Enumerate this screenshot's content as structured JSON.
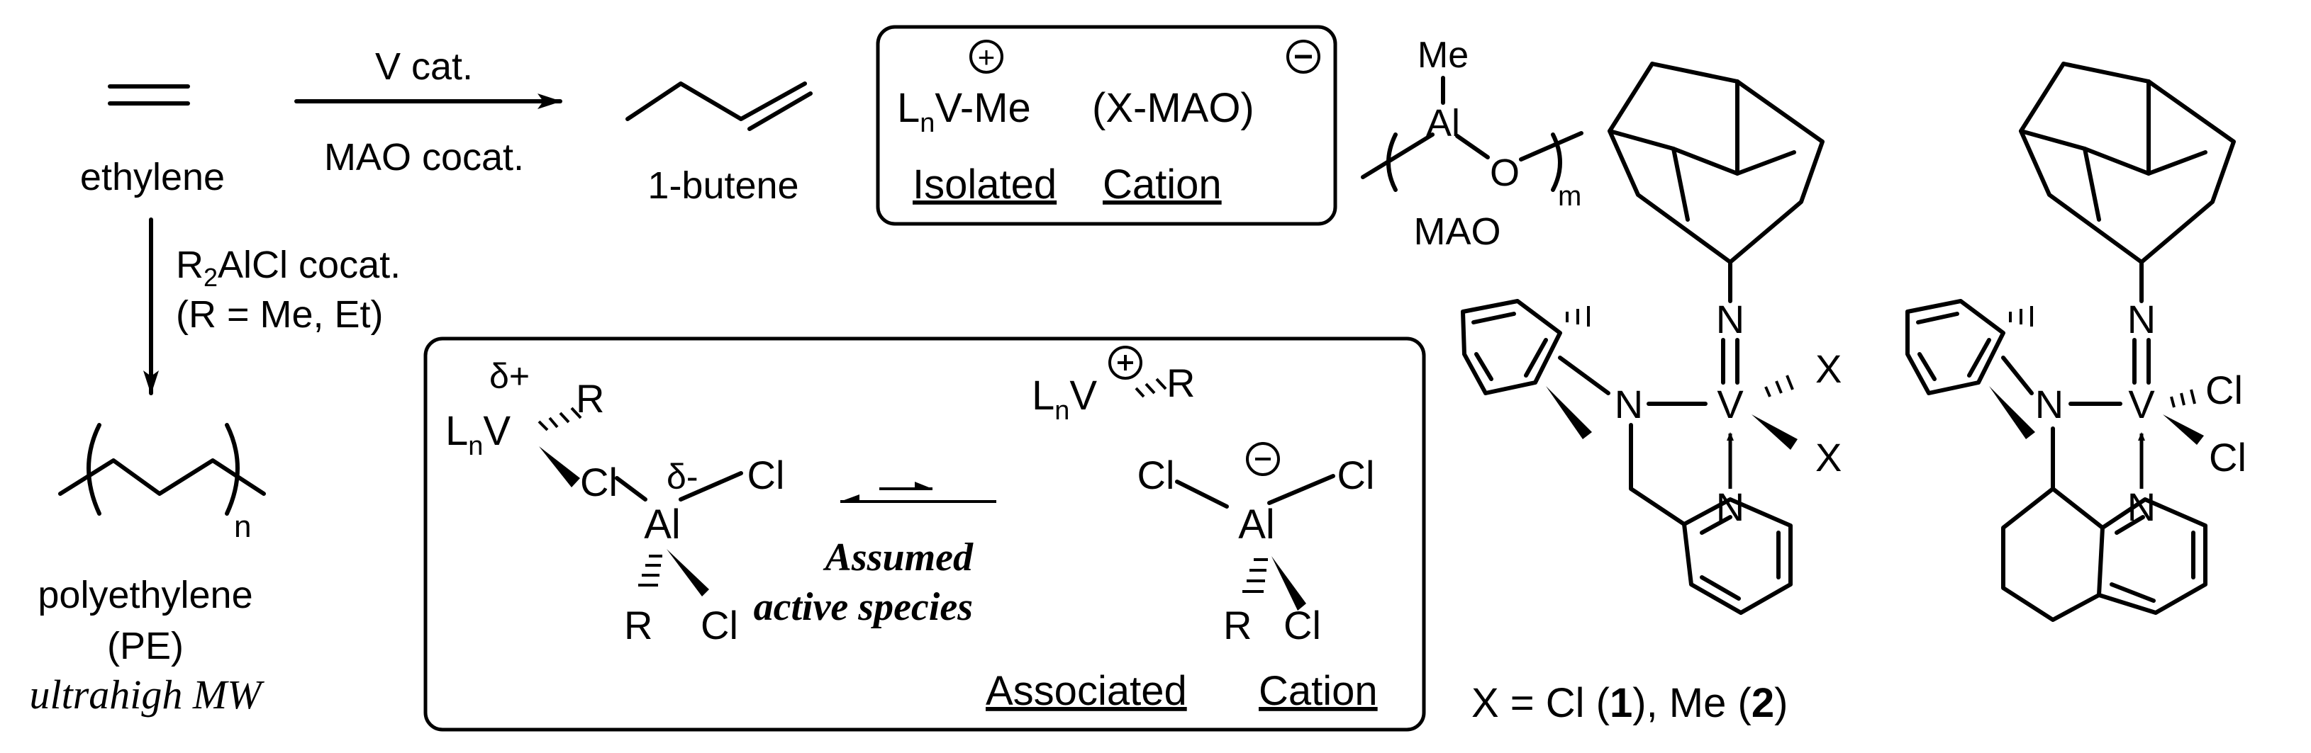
{
  "reaction": {
    "ethylene_label": "ethylene",
    "catalyst_label": "V cat.",
    "cocatalyst_label": "MAO cocat.",
    "product_label": "1-butene",
    "alt_cocatalyst_line1": "R2AlCl cocat.",
    "alt_cocatalyst_line2": "(R = Me, Et)",
    "polymer_name": "polyethylene",
    "polymer_abbrev": "(PE)",
    "polymer_note": "ultrahigh MW",
    "repeat_index": "n"
  },
  "isolated_cation_box": {
    "species_left": "V-Me",
    "counterion": "(X-MAO)",
    "caption_word1": "Isolated",
    "caption_word2": "Cation",
    "plus_sign": "+",
    "minus_sign": "−"
  },
  "mao": {
    "methyl": "Me",
    "aluminum": "Al",
    "oxygen": "O",
    "repeat_index": "m",
    "name": "MAO"
  },
  "associated_box": {
    "delta_plus": "δ+",
    "delta_minus": "δ-",
    "assumed_line1": "Assumed",
    "assumed_line2": "active species",
    "caption_word1": "Associated",
    "caption_word2": "Cation"
  },
  "complexes": {
    "compound_caption": "X = Cl (1), Me (2)",
    "x_label": "X",
    "n_label": "N",
    "v_label": "V",
    "cl_label": "Cl"
  },
  "colors": {
    "ink": "#000000",
    "background": "#ffffff"
  }
}
